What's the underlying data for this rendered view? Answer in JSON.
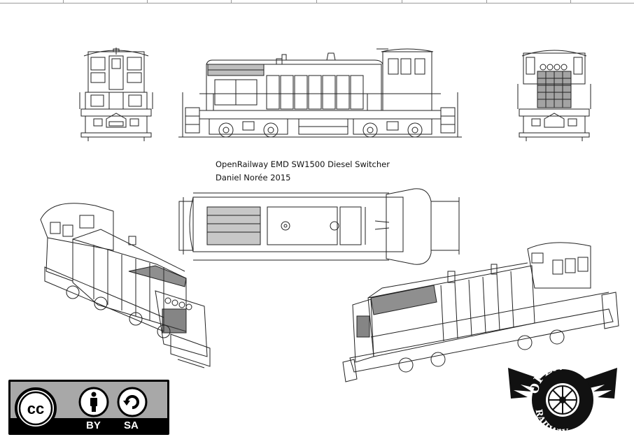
{
  "caption": {
    "title": "OpenRailway EMD SW1500 Diesel Switcher",
    "author": "Daniel Norée 2015"
  },
  "license": {
    "cc": "cc",
    "by": "BY",
    "sa": "SA"
  },
  "logo": {
    "top_word": "OPEN",
    "bottom_word": "RAILWAY"
  },
  "colors": {
    "line": "#222222",
    "badge_gray": "#a8a8a8",
    "badge_black": "#000000"
  }
}
